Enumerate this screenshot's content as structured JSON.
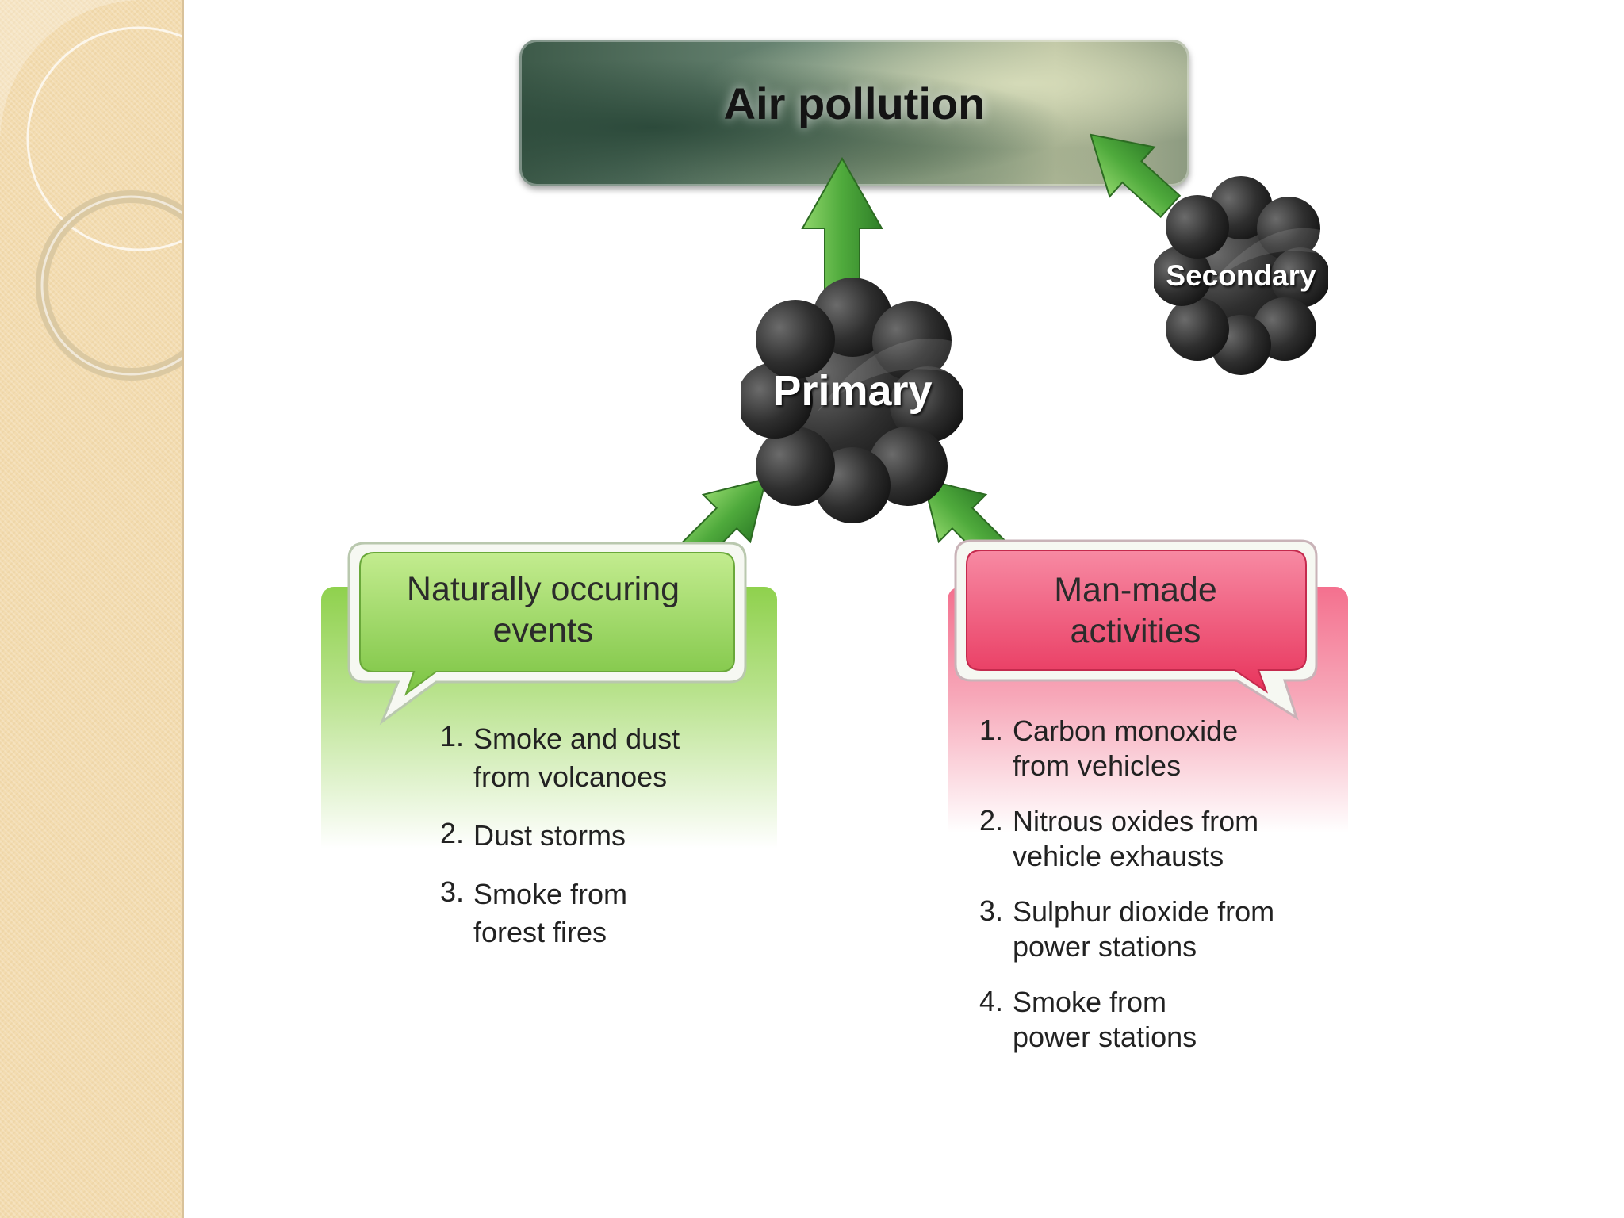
{
  "title": "Air pollution",
  "primary_label": "Primary",
  "secondary_label": "Secondary",
  "natural": {
    "heading": "Naturally occuring\nevents",
    "items": [
      {
        "num": "1.",
        "text": "Smoke and dust\nfrom volcanoes"
      },
      {
        "num": "2.",
        "text": "Dust storms"
      },
      {
        "num": "3.",
        "text": "Smoke from\nforest fires"
      }
    ]
  },
  "manmade": {
    "heading": "Man-made\nactivities",
    "items": [
      {
        "num": "1.",
        "text": "Carbon monoxide\nfrom vehicles"
      },
      {
        "num": "2.",
        "text": "Nitrous oxides from\nvehicle exhausts"
      },
      {
        "num": "3.",
        "text": "Sulphur dioxide from\npower stations"
      },
      {
        "num": "4.",
        "text": "Smoke from\npower stations"
      }
    ]
  },
  "colors": {
    "green": "#7cc443",
    "pink": "#ec3f66",
    "cloud": "#2e2e2e",
    "arrow": "#5cb84a"
  }
}
